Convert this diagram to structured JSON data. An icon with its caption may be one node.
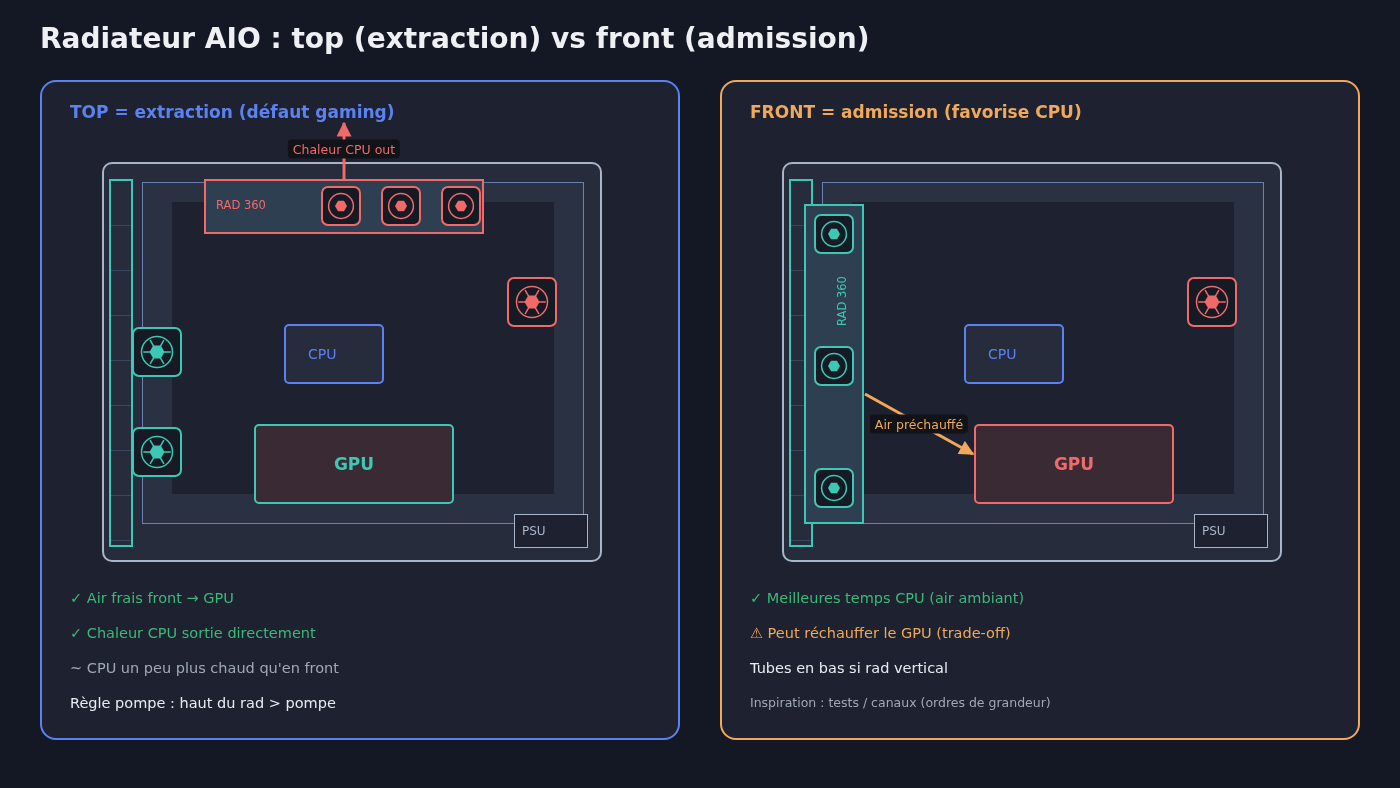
{
  "diagram": {
    "title": "Radiateur AIO : top (extraction) vs front (admission)",
    "nodes": [
      {
        "text": [
          "TOP = extraction (défaut gaming)",
          "✓ Air frais front → GPU",
          "✓ Chaleur CPU sortie directement",
          "~ CPU un peu plus chaud qu'en front",
          "Règle pompe : haut du rad > pompe"
        ]
      },
      {
        "text": [],
        "shape": "box",
        "in": 0
      },
      {
        "text": [
          "RAD 360"
        ],
        "in": 1
      },
      {
        "text": [
          "CPU"
        ],
        "in": 1
      },
      {
        "text": [
          "GPU"
        ],
        "in": 1
      },
      {
        "text": [
          "PSU"
        ],
        "in": 1
      },
      {
        "text": [
          "FRONT = admission (favorise CPU)",
          "✓ Meilleures temps CPU (air ambiant)",
          "⚠ Peut réchauffer le GPU (trade-off)",
          "Tubes en bas si rad vertical",
          "Inspiration : tests / canaux (ordres de grandeur)"
        ]
      },
      {
        "text": [],
        "shape": "box",
        "in": 6
      },
      {
        "text": [
          "RAD 360"
        ],
        "in": 7
      },
      {
        "text": [
          "CPU"
        ],
        "in": 7
      },
      {
        "text": [
          "GPU"
        ],
        "in": 7
      },
      {
        "text": [
          "PSU"
        ],
        "in": 7
      }
    ],
    "edges": [
      {
        "from": 2,
        "to": null,
        "arrow": "to",
        "label": "Chaleur CPU out",
        "color": "#f06a6a"
      },
      {
        "from": 8,
        "to": 10,
        "arrow": "to",
        "label": "Air préchauffé",
        "color": "#f0a85a"
      }
    ]
  }
}
